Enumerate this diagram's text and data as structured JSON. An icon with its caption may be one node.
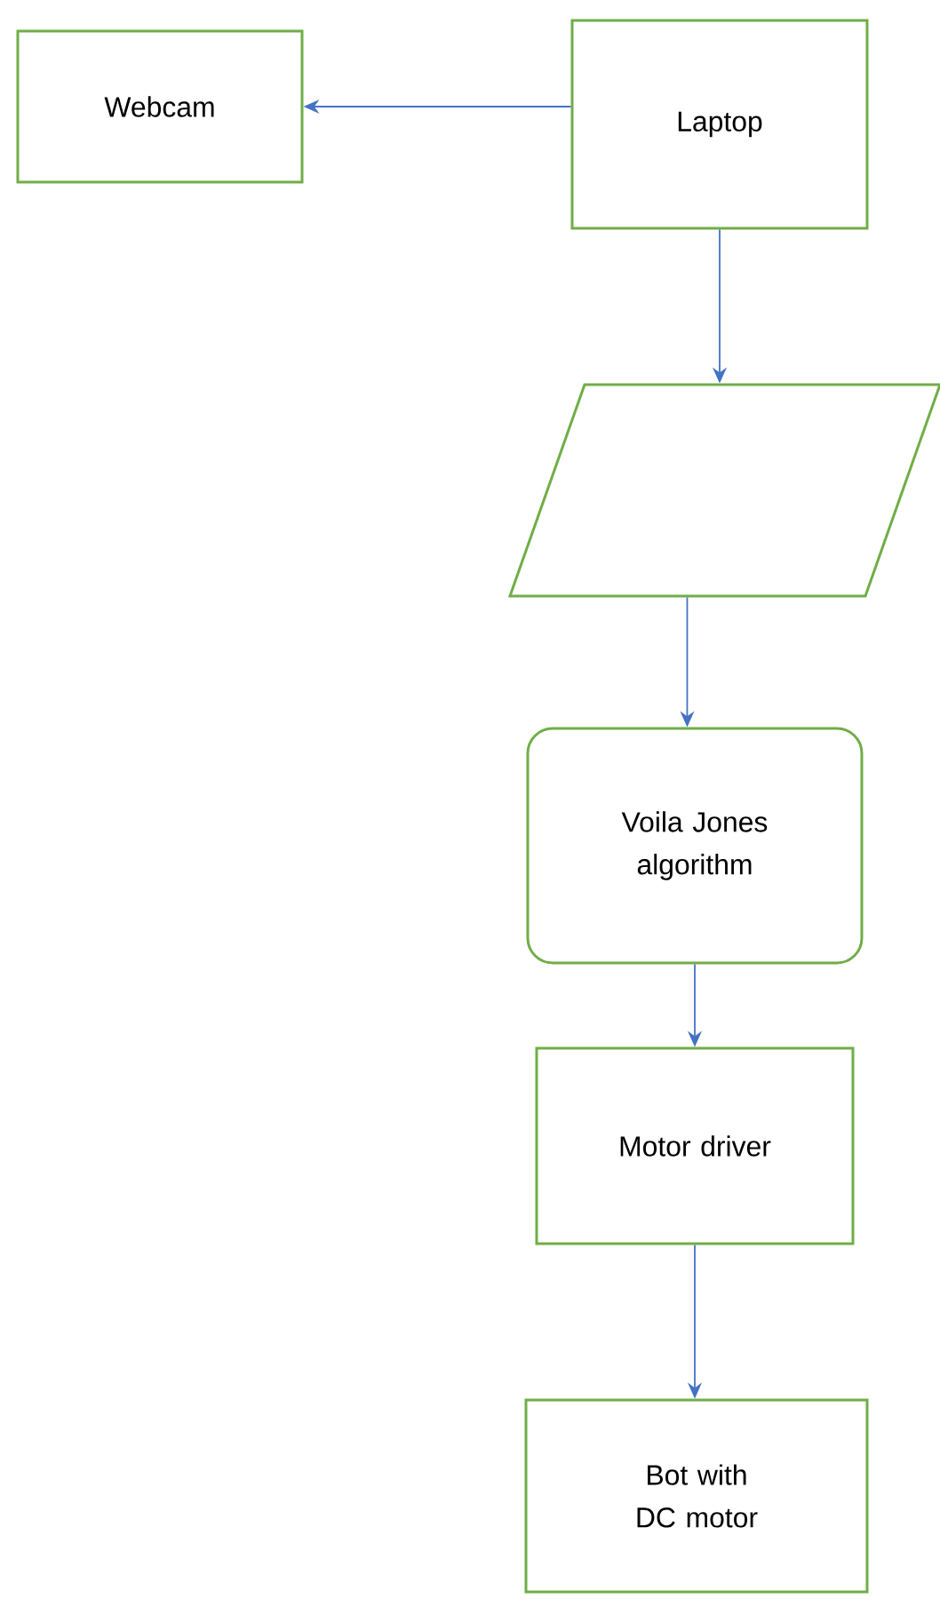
{
  "diagram": {
    "nodes": [
      {
        "text": [
          "Webcam"
        ]
      },
      {
        "text": [
          "Laptop"
        ]
      },
      {
        "text": [],
        "shape": "parallelogram"
      },
      {
        "text": [
          "Voila Jones algorithm"
        ]
      },
      {
        "text": [
          "Motor driver"
        ]
      },
      {
        "text": [
          "Bot with DC motor"
        ]
      }
    ],
    "edges": [
      {
        "from": 1,
        "to": 0,
        "arrow": "to"
      },
      {
        "from": 1,
        "to": 2,
        "arrow": "to"
      },
      {
        "from": 2,
        "to": 3,
        "arrow": "to"
      },
      {
        "from": 3,
        "to": 4,
        "arrow": "to"
      },
      {
        "from": 4,
        "to": 5,
        "arrow": "to"
      }
    ]
  }
}
